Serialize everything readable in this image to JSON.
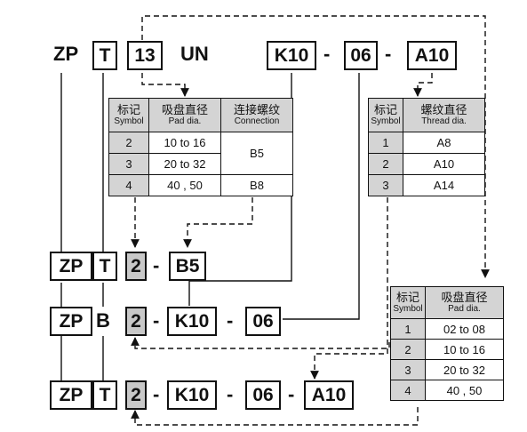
{
  "top_code": {
    "zp": "ZP",
    "t": "T",
    "size": "13",
    "un": "UN",
    "k10": "K10",
    "dash1": "-",
    "n06": "06",
    "dash2": "-",
    "a10": "A10"
  },
  "table_pad_connection": {
    "headers": [
      {
        "cn": "标记",
        "en": "Symbol"
      },
      {
        "cn": "吸盘直径",
        "en": "Pad dia."
      },
      {
        "cn": "连接螺纹",
        "en": "Connection"
      }
    ],
    "rows": [
      {
        "symbol": "2",
        "pad": "10 to 16"
      },
      {
        "symbol": "3",
        "pad": "20 to 32"
      },
      {
        "symbol": "4",
        "pad": "40 , 50"
      }
    ],
    "connections": [
      "B5",
      "B8"
    ]
  },
  "table_thread": {
    "headers": [
      {
        "cn": "标记",
        "en": "Symbol"
      },
      {
        "cn": "螺纹直径",
        "en": "Thread dia."
      }
    ],
    "rows": [
      {
        "symbol": "1",
        "thread": "A8"
      },
      {
        "symbol": "2",
        "thread": "A10"
      },
      {
        "symbol": "3",
        "thread": "A14"
      }
    ]
  },
  "table_pad": {
    "headers": [
      {
        "cn": "标记",
        "en": "Symbol"
      },
      {
        "cn": "吸盘直径",
        "en": "Pad dia."
      }
    ],
    "rows": [
      {
        "symbol": "1",
        "pad": "02 to 08"
      },
      {
        "symbol": "2",
        "pad": "10 to 16"
      },
      {
        "symbol": "3",
        "pad": "20 to 32"
      },
      {
        "symbol": "4",
        "pad": "40 , 50"
      }
    ]
  },
  "row1": {
    "zp": "ZP",
    "t": "T",
    "size": "2",
    "dash": "-",
    "conn": "B5"
  },
  "row2": {
    "zp": "ZP",
    "b": "B",
    "size": "2",
    "dash1": "-",
    "k10": "K10",
    "dash2": "-",
    "n06": "06"
  },
  "row3": {
    "zp": "ZP",
    "t": "T",
    "size": "2",
    "dash1": "-",
    "k10": "K10",
    "dash2": "-",
    "n06": "06",
    "dash3": "-",
    "a10": "A10"
  }
}
